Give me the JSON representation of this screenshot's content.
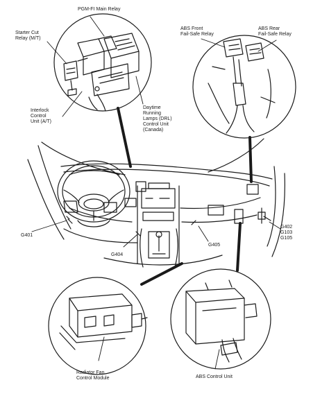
{
  "labels": {
    "pgm_fi_main_relay": "PGM-FI Main Relay",
    "starter_cut_relay": "Starter Cut\nRelay (M/T)",
    "abs_front_relay": "ABS Front\nFail-Safe Relay",
    "abs_rear_relay": "ABS Rear\nFail-Safe Relay",
    "interlock_unit": "Interlock\nControl\nUnit (A/T)",
    "drl_unit": "Daytime\nRunning\nLamps (DRL)\nControl Unit\n(Canada)",
    "g401": "G401",
    "g404": "G404",
    "g405": "G405",
    "g402_group": "G402\nG103\nG105",
    "radiator_fan_module": "Radiator Fan\nControl Module",
    "abs_control_unit": "ABS Control Unit"
  },
  "colors": {
    "line": "#1a1a1a",
    "background": "#ffffff"
  }
}
